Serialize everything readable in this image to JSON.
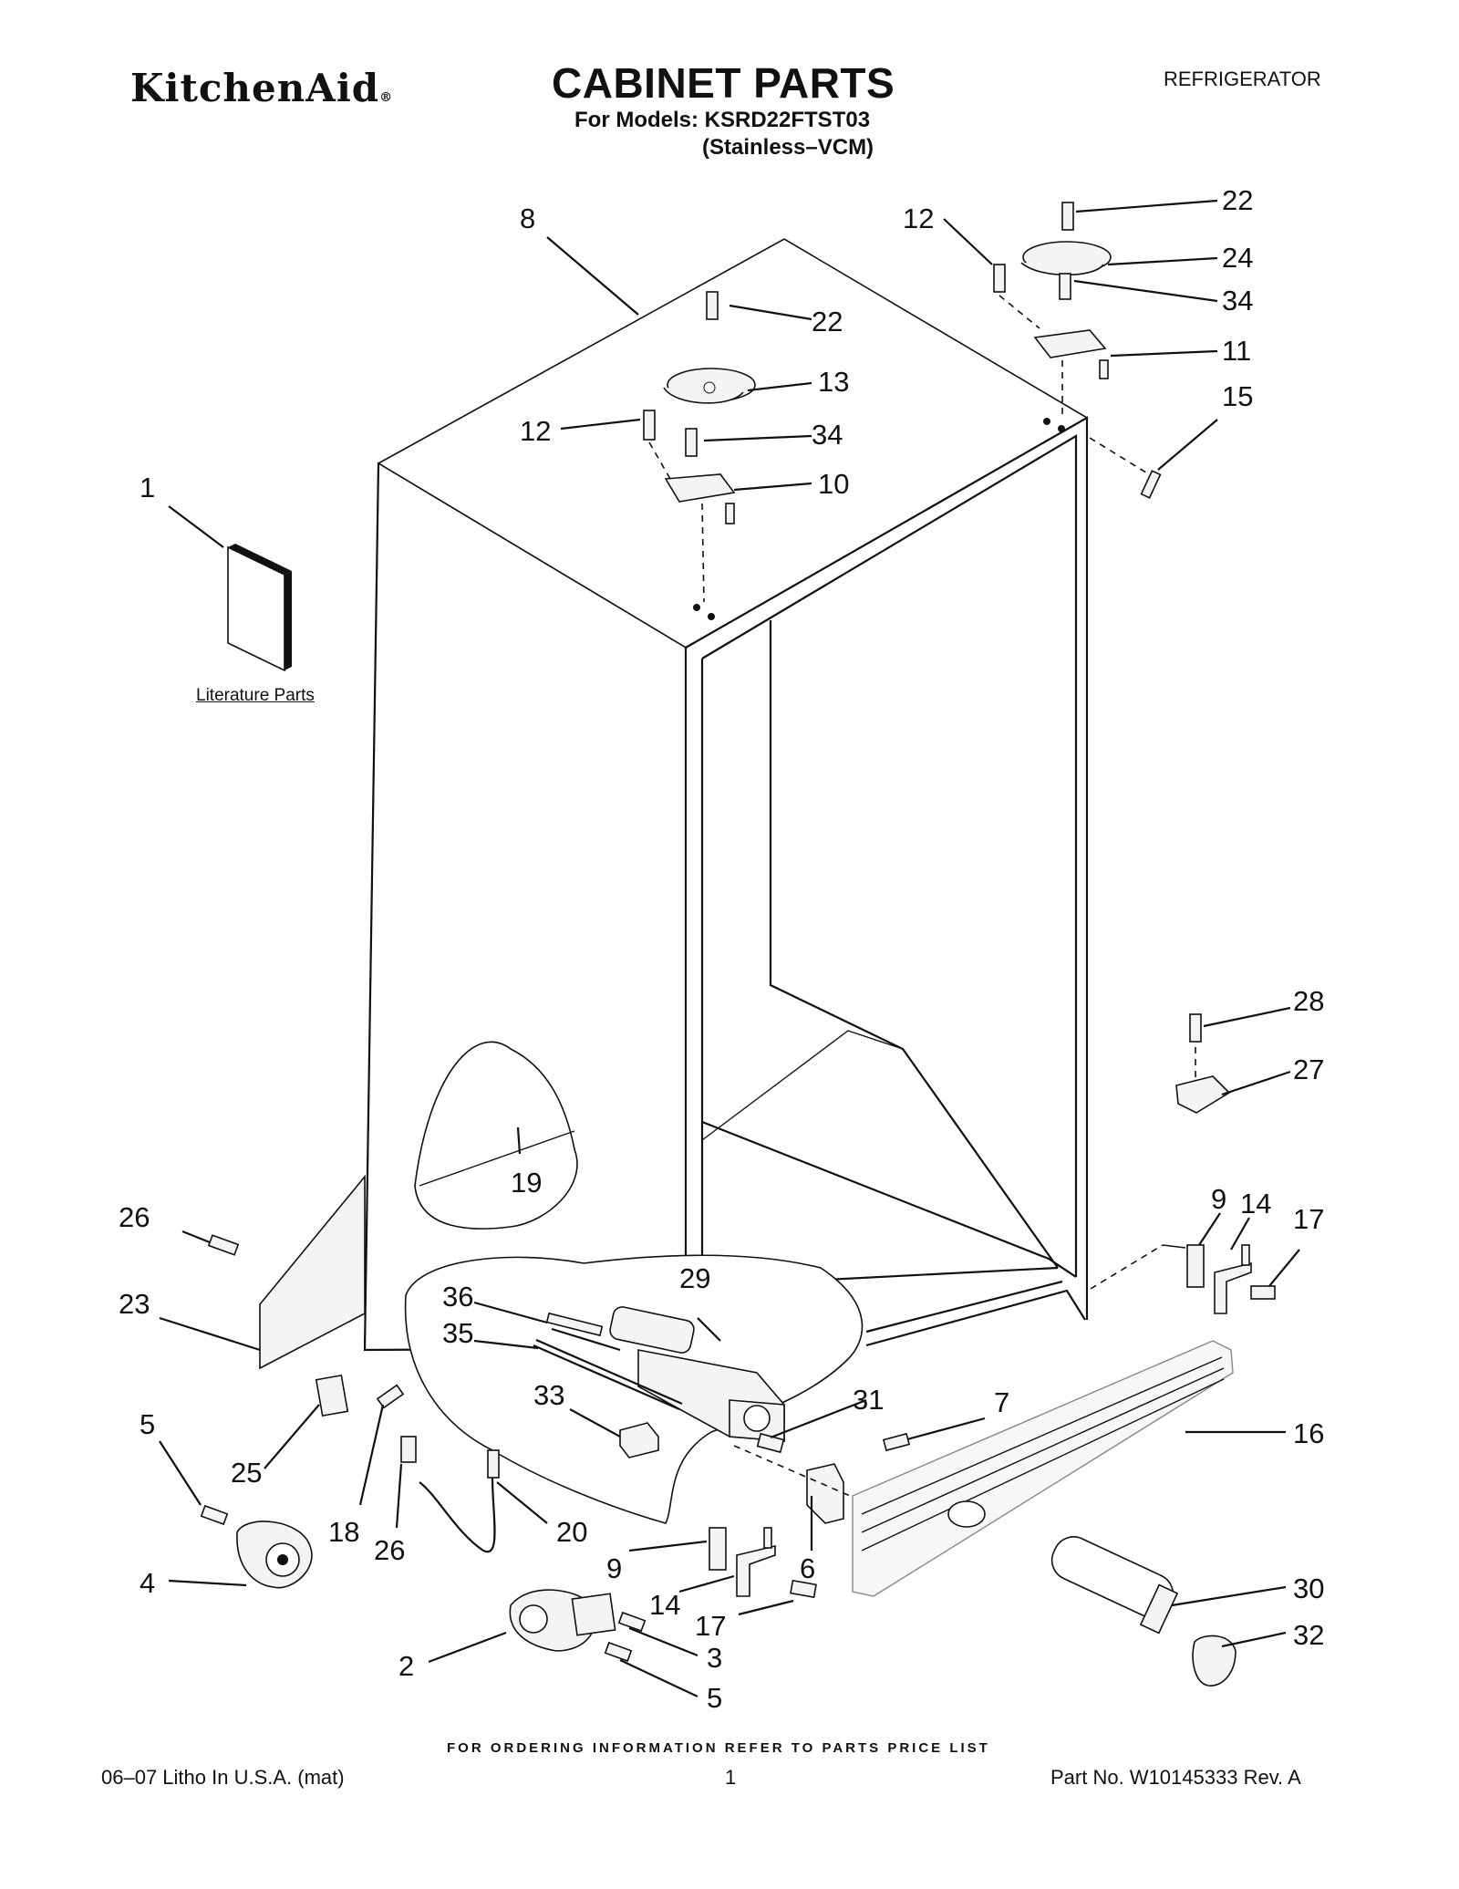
{
  "header": {
    "brand": "KitchenAid",
    "brand_mark": "®",
    "title": "CABINET PARTS",
    "category": "REFRIGERATOR",
    "models_line": "For Models: KSRD22FTST03",
    "variant_line": "(Stainless–VCM)"
  },
  "diagram": {
    "literature_label": "Literature Parts",
    "callouts": [
      "1",
      "2",
      "3",
      "4",
      "5",
      "5",
      "6",
      "7",
      "8",
      "9",
      "9",
      "10",
      "11",
      "12",
      "12",
      "13",
      "14",
      "14",
      "15",
      "16",
      "17",
      "17",
      "18",
      "19",
      "20",
      "22",
      "22",
      "23",
      "24",
      "25",
      "26",
      "26",
      "27",
      "28",
      "29",
      "30",
      "31",
      "32",
      "33",
      "34",
      "34",
      "35",
      "36"
    ]
  },
  "footer": {
    "ordering_note": "FOR ORDERING INFORMATION REFER TO PARTS PRICE LIST",
    "litho": "06–07 Litho In U.S.A. (mat)",
    "page_number": "1",
    "part_number": "Part No. W10145333 Rev. A"
  }
}
